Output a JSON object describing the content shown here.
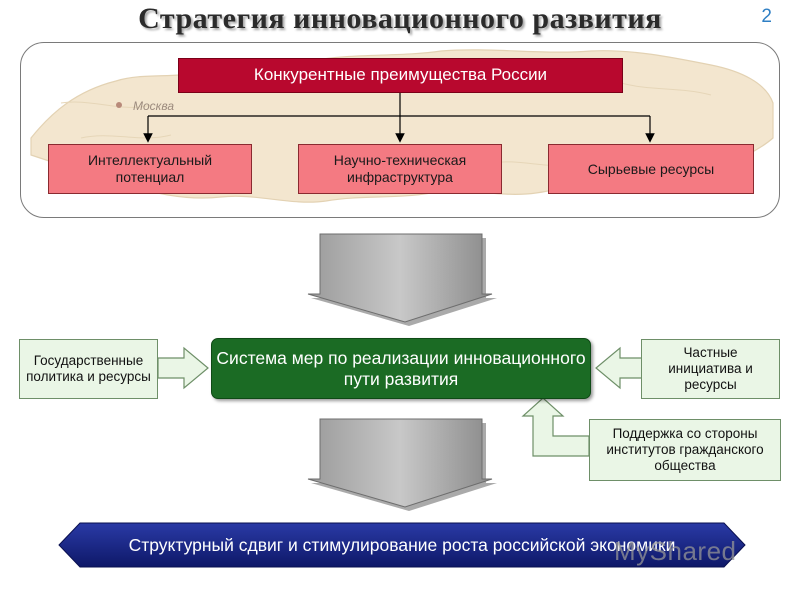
{
  "header": {
    "title": "Стратегия инновационного развития",
    "page_number": "2"
  },
  "map": {
    "city_label": "Москва"
  },
  "top_box": {
    "label": "Конкурентные преимущества России",
    "fill_color": "#b8082e"
  },
  "advantages": [
    {
      "label": "Интеллектуальный потенциал"
    },
    {
      "label": "Научно-техническая инфраструктура"
    },
    {
      "label": "Сырьевые ресурсы"
    }
  ],
  "center_box": {
    "label": "Система мер по реализации инновационного пути развития",
    "fill_color": "#1b6b24"
  },
  "left_input": {
    "label": "Государственные политика и ресурсы"
  },
  "right_input": {
    "label": "Частные инициатива и ресурсы"
  },
  "support_input": {
    "label": "Поддержка со стороны институтов гражданского общества"
  },
  "result_banner": {
    "label": "Структурный сдвиг и стимулирование роста российской экономики",
    "fill_color": "#152080"
  },
  "watermark": {
    "text": "MyShared"
  }
}
